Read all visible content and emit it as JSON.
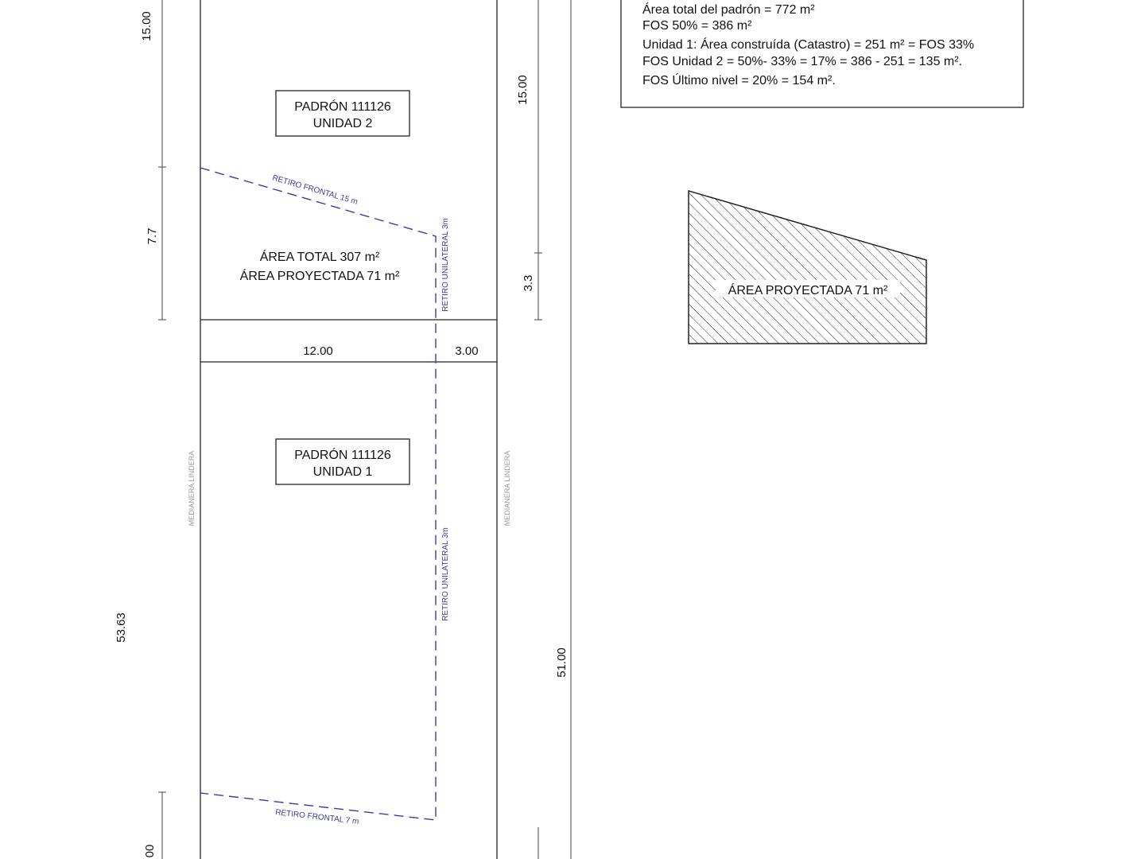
{
  "notes": {
    "line1": "Área total del padrón = 772 m²",
    "line2": "FOS 50% = 386 m²",
    "line3": "Unidad 1: Área construída (Catastro) = 251 m²  = FOS 33%",
    "line4": "FOS Unidad 2 = 50%- 33% = 17% = 386 - 251 = 135 m².",
    "line5": "FOS Último nivel = 20% = 154 m²."
  },
  "unit2": {
    "line1": "PADRÓN 111126",
    "line2": "UNIDAD 2"
  },
  "unit1": {
    "line1": "PADRÓN 111126",
    "line2": "UNIDAD 1"
  },
  "area_total": "ÁREA TOTAL  307 m²",
  "area_proyectada": "ÁREA PROYECTADA  71 m²",
  "hatch_label": "ÁREA PROYECTADA  71 m²",
  "retiro_frontal_15": "RETIRO FRONTAL 15 m",
  "retiro_frontal_7": "RETIRO FRONTAL 7 m",
  "retiro_unilateral": "RETIRO UNILATERAL 3m",
  "medianera": "MEDIANERA LINDERA",
  "dims": {
    "left_top": "15.00",
    "left_mid": "7.7",
    "left_total": "53.63",
    "left_bottom": "00",
    "right_top": "15.00",
    "right_mid": "3.3",
    "right_total": "51.00",
    "width_main": "12.00",
    "width_side": "3.00"
  },
  "colors": {
    "lines": "#222222",
    "setback": "#3a3ab0",
    "text_blue": "#3a3aa0",
    "muted": "#9a9a9a"
  }
}
